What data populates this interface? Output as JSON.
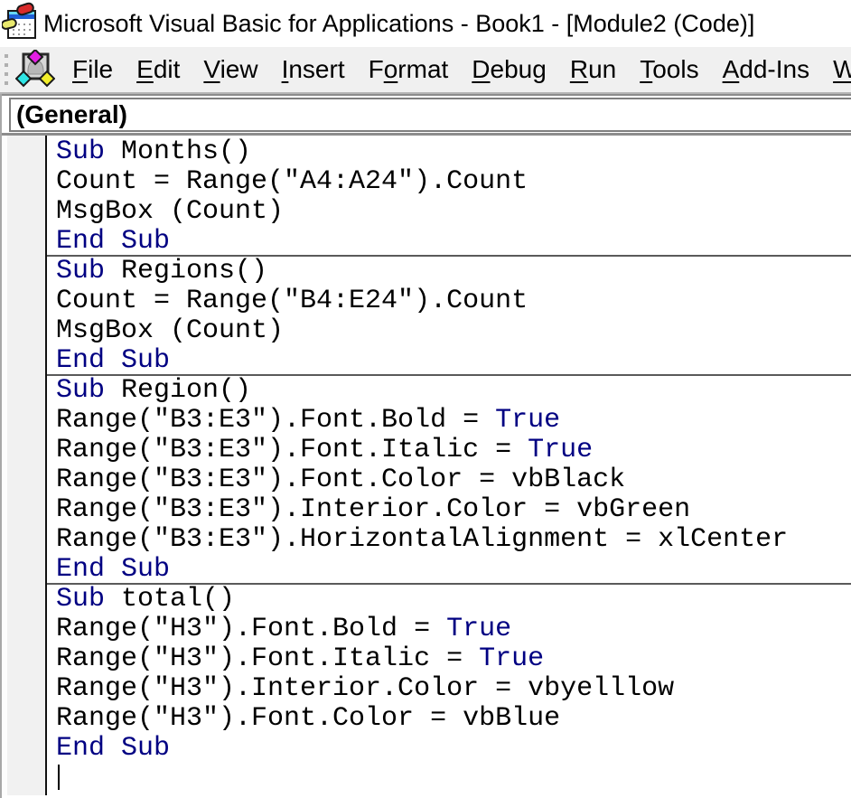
{
  "window": {
    "title": "Microsoft Visual Basic for Applications - Book1 - [Module2 (Code)]"
  },
  "menu": {
    "items": [
      {
        "label": "File",
        "accel": 0
      },
      {
        "label": "Edit",
        "accel": 0
      },
      {
        "label": "View",
        "accel": 0
      },
      {
        "label": "Insert",
        "accel": 0
      },
      {
        "label": "Format",
        "accel": 1
      },
      {
        "label": "Debug",
        "accel": 0
      },
      {
        "label": "Run",
        "accel": 0
      },
      {
        "label": "Tools",
        "accel": 0
      },
      {
        "label": "Add-Ins",
        "accel": 0
      },
      {
        "label": "Window",
        "accel": 0
      }
    ]
  },
  "combo": {
    "object_dropdown_value": "(General)"
  },
  "icons": {
    "titlebar_icon": "vba-form-icon",
    "menubar_icon": "vba-project-icon",
    "drag_handle": "toolbar-grip-dots"
  },
  "colors": {
    "keyword_blue": "#000082",
    "code_text": "#000000",
    "menubar_bg": "#f0f0f0",
    "procedure_separator": "#5a5a5a"
  },
  "code": {
    "language": "VBA",
    "lines": [
      {
        "segments": [
          {
            "t": "Sub",
            "kw": true
          },
          {
            "t": " Months()"
          }
        ]
      },
      {
        "segments": [
          {
            "t": "Count = Range(\"A4:A24\").Count"
          }
        ]
      },
      {
        "segments": [
          {
            "t": "MsgBox (Count)"
          }
        ]
      },
      {
        "segments": [
          {
            "t": "End Sub",
            "kw": true
          }
        ],
        "sep": true
      },
      {
        "segments": [
          {
            "t": "Sub",
            "kw": true
          },
          {
            "t": " Regions()"
          }
        ]
      },
      {
        "segments": [
          {
            "t": "Count = Range(\"B4:E24\").Count"
          }
        ]
      },
      {
        "segments": [
          {
            "t": "MsgBox (Count)"
          }
        ]
      },
      {
        "segments": [
          {
            "t": "End Sub",
            "kw": true
          }
        ],
        "sep": true
      },
      {
        "segments": [
          {
            "t": "Sub",
            "kw": true
          },
          {
            "t": " Region()"
          }
        ]
      },
      {
        "segments": [
          {
            "t": "Range(\"B3:E3\").Font.Bold = "
          },
          {
            "t": "True",
            "kw": true
          }
        ]
      },
      {
        "segments": [
          {
            "t": "Range(\"B3:E3\").Font.Italic = "
          },
          {
            "t": "True",
            "kw": true
          }
        ]
      },
      {
        "segments": [
          {
            "t": "Range(\"B3:E3\").Font.Color = vbBlack"
          }
        ]
      },
      {
        "segments": [
          {
            "t": "Range(\"B3:E3\").Interior.Color = vbGreen"
          }
        ]
      },
      {
        "segments": [
          {
            "t": "Range(\"B3:E3\").HorizontalAlignment = xlCenter"
          }
        ]
      },
      {
        "segments": [
          {
            "t": "End Sub",
            "kw": true
          }
        ],
        "sep": true
      },
      {
        "segments": [
          {
            "t": "Sub",
            "kw": true
          },
          {
            "t": " total()"
          }
        ]
      },
      {
        "segments": [
          {
            "t": "Range(\"H3\").Font.Bold = "
          },
          {
            "t": "True",
            "kw": true
          }
        ]
      },
      {
        "segments": [
          {
            "t": "Range(\"H3\").Font.Italic = "
          },
          {
            "t": "True",
            "kw": true
          }
        ]
      },
      {
        "segments": [
          {
            "t": "Range(\"H3\").Interior.Color = vbyelllow"
          }
        ]
      },
      {
        "segments": [
          {
            "t": "Range(\"H3\").Font.Color = vbBlue"
          }
        ]
      },
      {
        "segments": [
          {
            "t": "End Sub",
            "kw": true
          }
        ]
      },
      {
        "segments": [],
        "caret": true
      }
    ]
  }
}
